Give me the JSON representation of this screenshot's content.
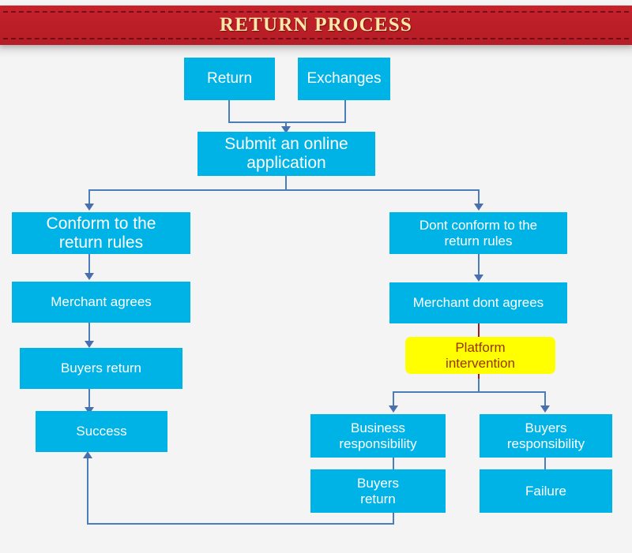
{
  "header": {
    "title": "RETURN PROCESS",
    "background_color": "#bd1f28",
    "text_color": "#ffe9a8"
  },
  "canvas": {
    "background_color": "#f4f4f4",
    "node_color": "#00b3e6",
    "node_text_color": "#ffffff",
    "highlight_color": "#ffff00",
    "highlight_text_color": "#993300",
    "connector_color": "#4a7ebb",
    "connector_alt_color": "#9e1b24"
  },
  "nodes": {
    "return": "Return",
    "exchanges": "Exchanges",
    "submit": "Submit an online\napplication",
    "conform": "Conform to the\nreturn rules",
    "merchant_agrees": "Merchant agrees",
    "buyers_return_left": "Buyers return",
    "success": "Success",
    "dont_conform": "Dont conform to the\nreturn rules",
    "merchant_dont_agrees": "Merchant dont agrees",
    "platform_intervention": "Platform\nintervention",
    "business_responsibility": "Business\nresponsibility",
    "buyers_return_right": "Buyers\nreturn",
    "buyers_responsibility": "Buyers\nresponsibility",
    "failure": "Failure"
  }
}
